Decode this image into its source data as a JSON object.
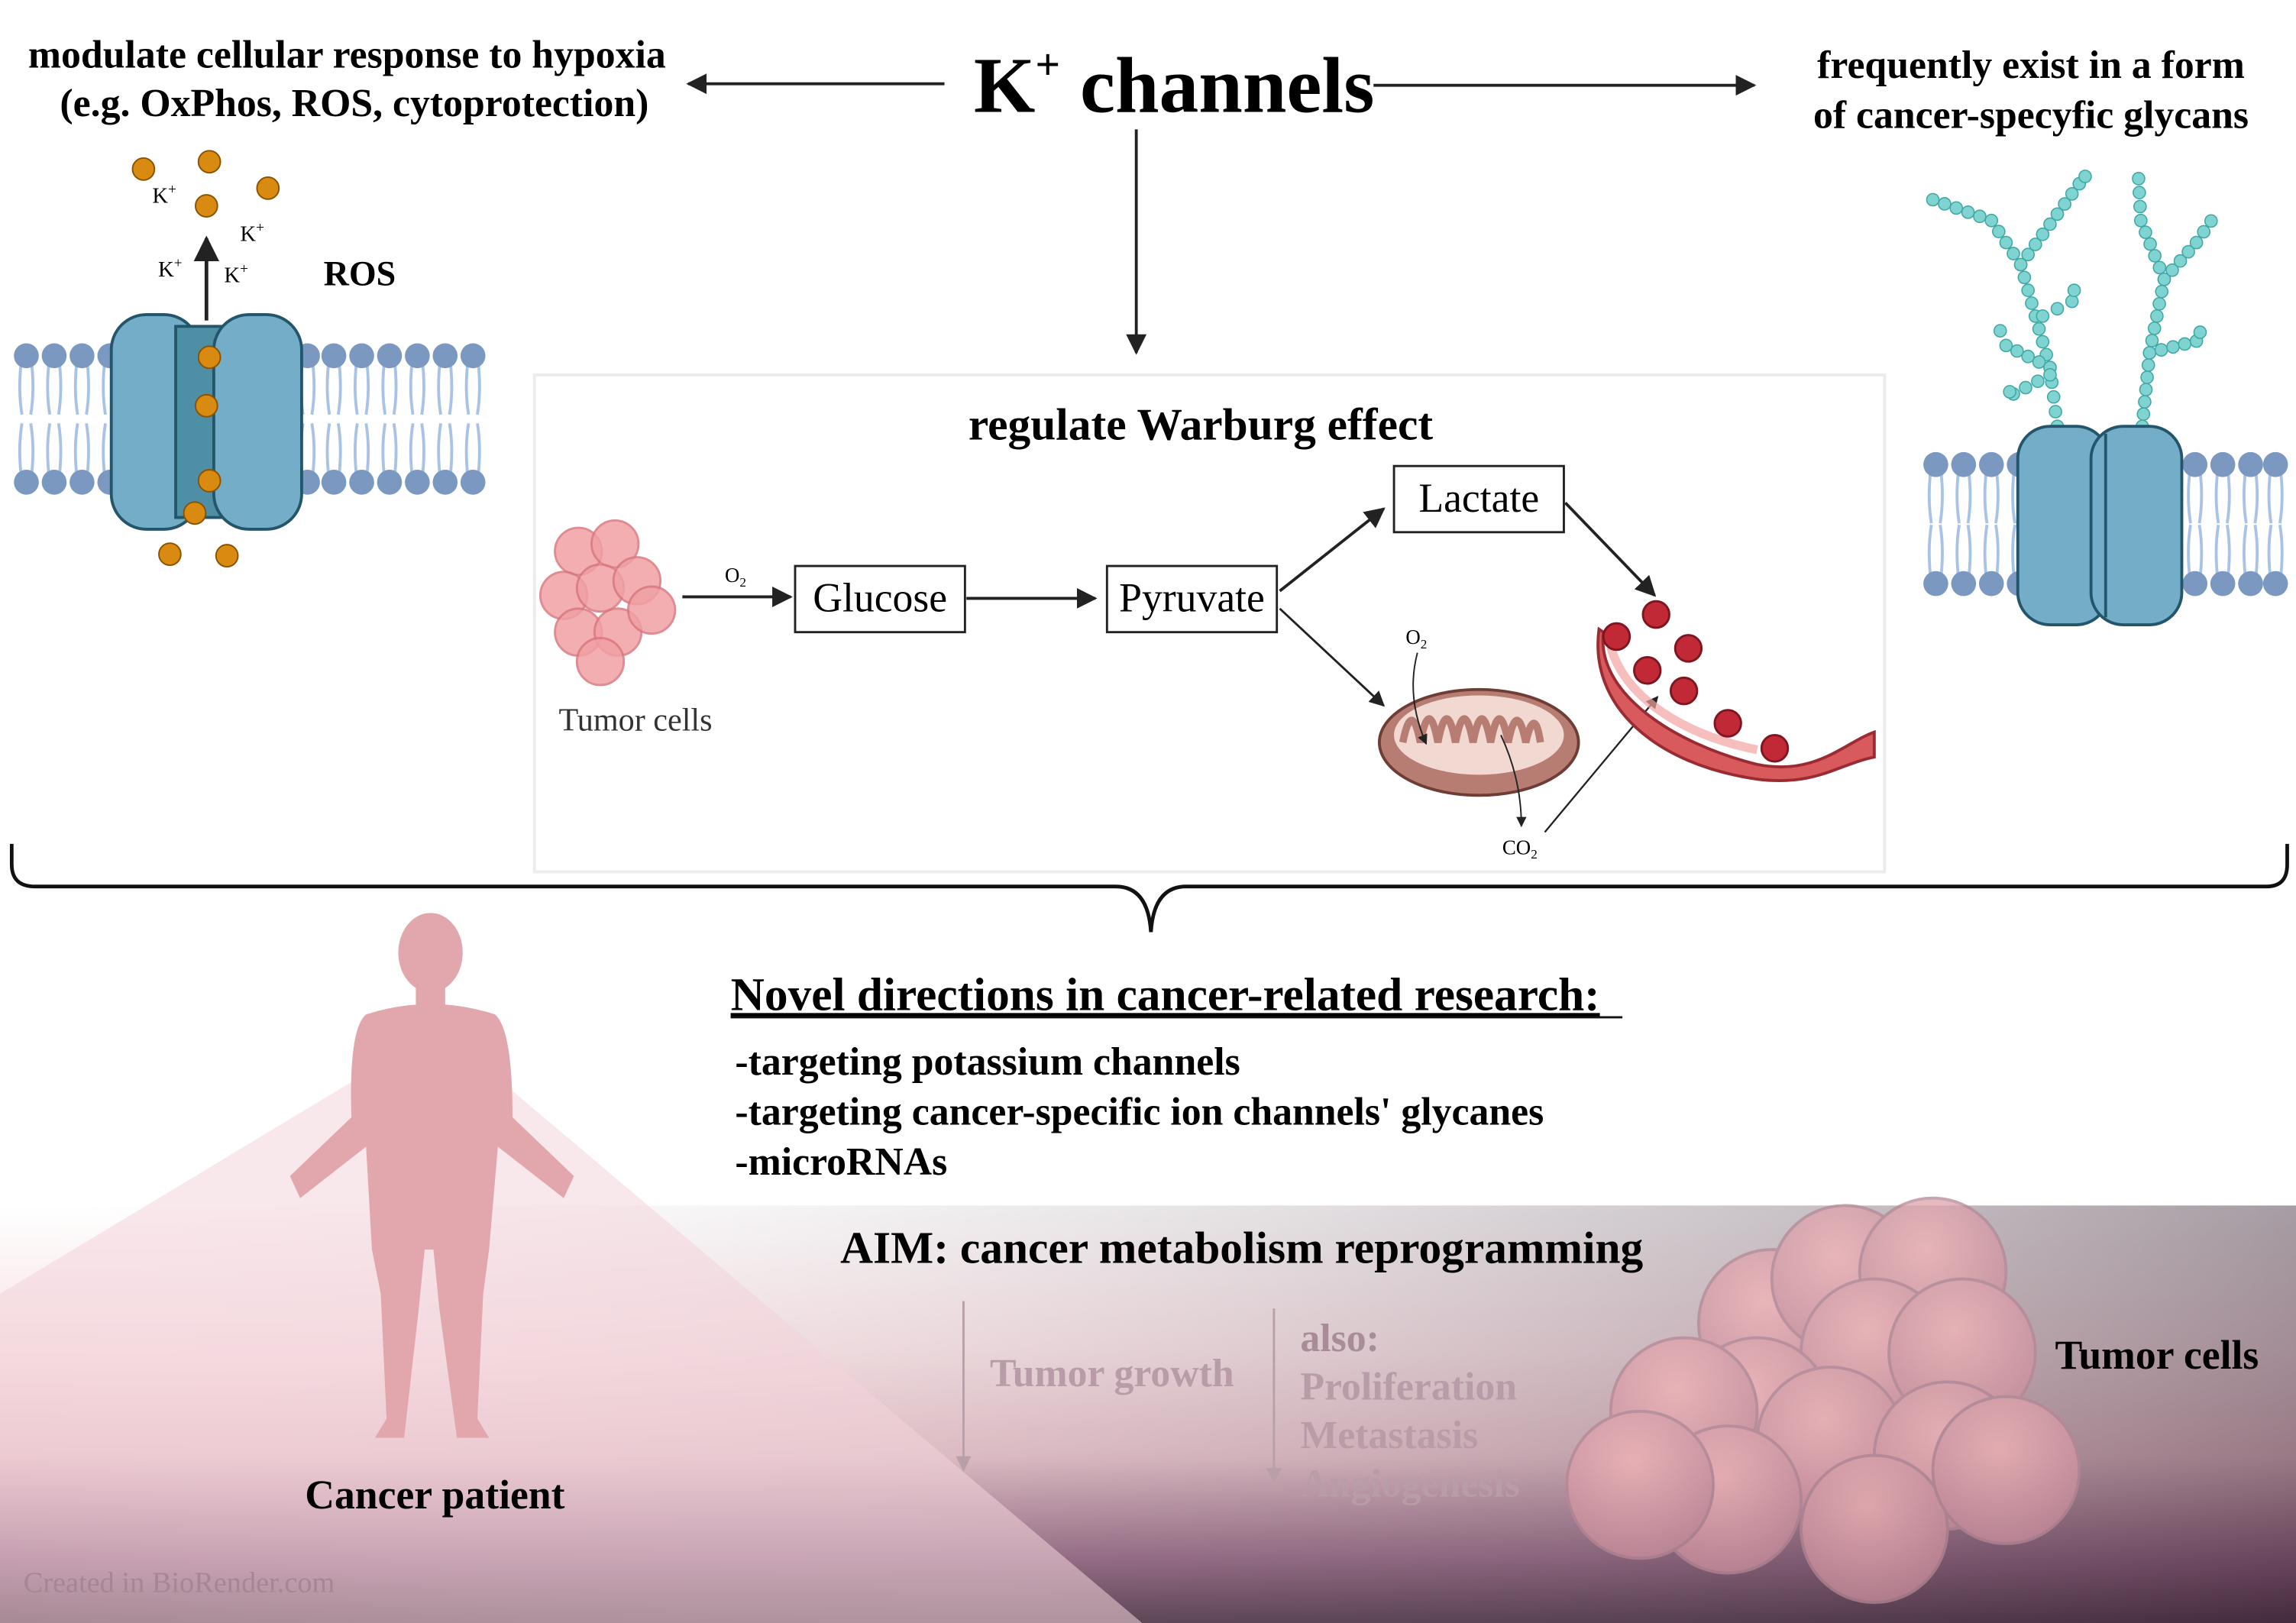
{
  "header": {
    "left_text": [
      "modulate cellular response to hypoxia",
      "(e.g. OxPhos, ROS, cytoprotection)"
    ],
    "title_k": "K",
    "title_plus": "+",
    "title_rest": " channels",
    "right_text": [
      "frequently exist in a form",
      "of cancer-specyfic glycans"
    ]
  },
  "left_panel": {
    "ion_label": "K",
    "ion_charge": "+",
    "ros_label": "ROS"
  },
  "warburg": {
    "title": "regulate Warburg effect",
    "tumor_label": "Tumor cells",
    "o2_label": "O",
    "o2_sub": "2",
    "co2_label": "CO",
    "co2_sub": "2",
    "glucose": "Glucose",
    "pyruvate": "Pyruvate",
    "lactate": "Lactate"
  },
  "research": {
    "heading": "Novel directions in cancer-related research:",
    "items": [
      "-targeting potassium channels",
      "-targeting cancer-specific ion channels' glycanes",
      "-microRNAs"
    ],
    "aim": "AIM: cancer metabolism reprogramming",
    "tumor_growth": "Tumor growth",
    "also_label": "also:",
    "also_items": [
      "Proliferation",
      "Metastasis",
      "Angiogenesis"
    ]
  },
  "bottom": {
    "patient_label": "Cancer patient",
    "tumor_label": "Tumor cells",
    "credit": "Created in BioRender.com"
  },
  "colors": {
    "channel": "#74adc8",
    "channel_core": "#4f8fa5",
    "lipid": "#7b98c0",
    "ion": "#d98a10",
    "glycan": "#7fd3d0",
    "muted_text": "#b89ca8"
  }
}
